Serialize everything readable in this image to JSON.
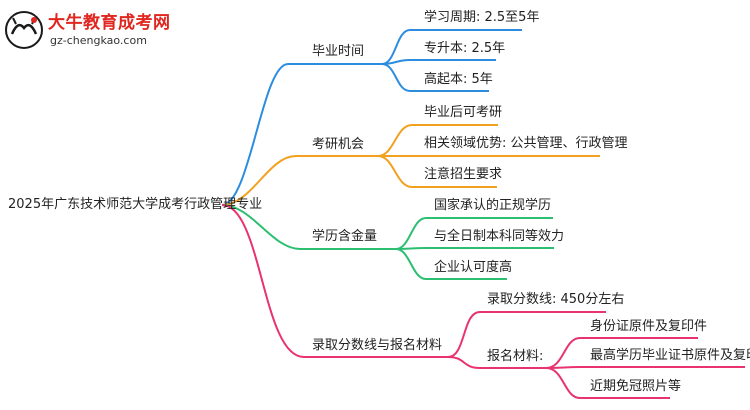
{
  "logo": {
    "title": "大牛教育成考网",
    "url": "gz-chengkao.com"
  },
  "colors": {
    "blue": "#2c8de0",
    "orange": "#f2a11f",
    "green": "#2cbf71",
    "pink": "#e8336f"
  },
  "root": "2025年广东技术师范大学成考行政管理专业",
  "branches": [
    {
      "label": "毕业时间",
      "children": [
        "学习周期: 2.5至5年",
        "专升本: 2.5年",
        "高起本: 5年"
      ]
    },
    {
      "label": "考研机会",
      "children": [
        "毕业后可考研",
        "相关领域优势: 公共管理、行政管理",
        "注意招生要求"
      ]
    },
    {
      "label": "学历含金量",
      "children": [
        "国家承认的正规学历",
        "与全日制本科同等效力",
        "企业认可度高"
      ]
    },
    {
      "label": "录取分数线与报名材料",
      "children": [
        {
          "label": "录取分数线: 450分左右",
          "children": []
        },
        {
          "label": "报名材料:",
          "children": [
            "身份证原件及复印件",
            "最高学历毕业证书原件及复印件",
            "近期免冠照片等"
          ]
        }
      ]
    }
  ]
}
